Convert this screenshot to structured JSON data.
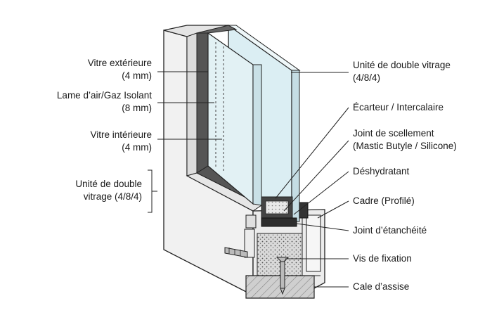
{
  "diagram": {
    "left_labels": [
      {
        "id": "vitre-exterieure",
        "lines": [
          "Vitre extérieure",
          "(4 mm)"
        ]
      },
      {
        "id": "lame-air",
        "lines": [
          "Lame d’air/Gaz Isolant",
          "(8 mm)"
        ]
      },
      {
        "id": "vitre-interieure",
        "lines": [
          "Vitre intérieure",
          "(4 mm)"
        ]
      },
      {
        "id": "unite-double-vitrage-left",
        "lines": [
          "Unité de double",
          "vitrage (4/8/4)"
        ]
      }
    ],
    "right_labels": [
      {
        "id": "unite-double-vitrage",
        "lines": [
          "Unité de double vitrage",
          "(4/8/4)"
        ]
      },
      {
        "id": "ecarteur",
        "lines": [
          "Écarteur / Intercalaire"
        ]
      },
      {
        "id": "joint-scellement",
        "lines": [
          "Joint de scellement",
          "(Mastic Butyle / Silicone)"
        ]
      },
      {
        "id": "deshydratant",
        "lines": [
          "Déshydratant"
        ]
      },
      {
        "id": "cadre",
        "lines": [
          "Cadre (Profilé)"
        ]
      },
      {
        "id": "joint-etancheite",
        "lines": [
          "Joint d’étanchéité"
        ]
      },
      {
        "id": "vis-fixation",
        "lines": [
          "Vis de fixation"
        ]
      },
      {
        "id": "cale-assise",
        "lines": [
          "Cale d’assise"
        ]
      }
    ]
  }
}
